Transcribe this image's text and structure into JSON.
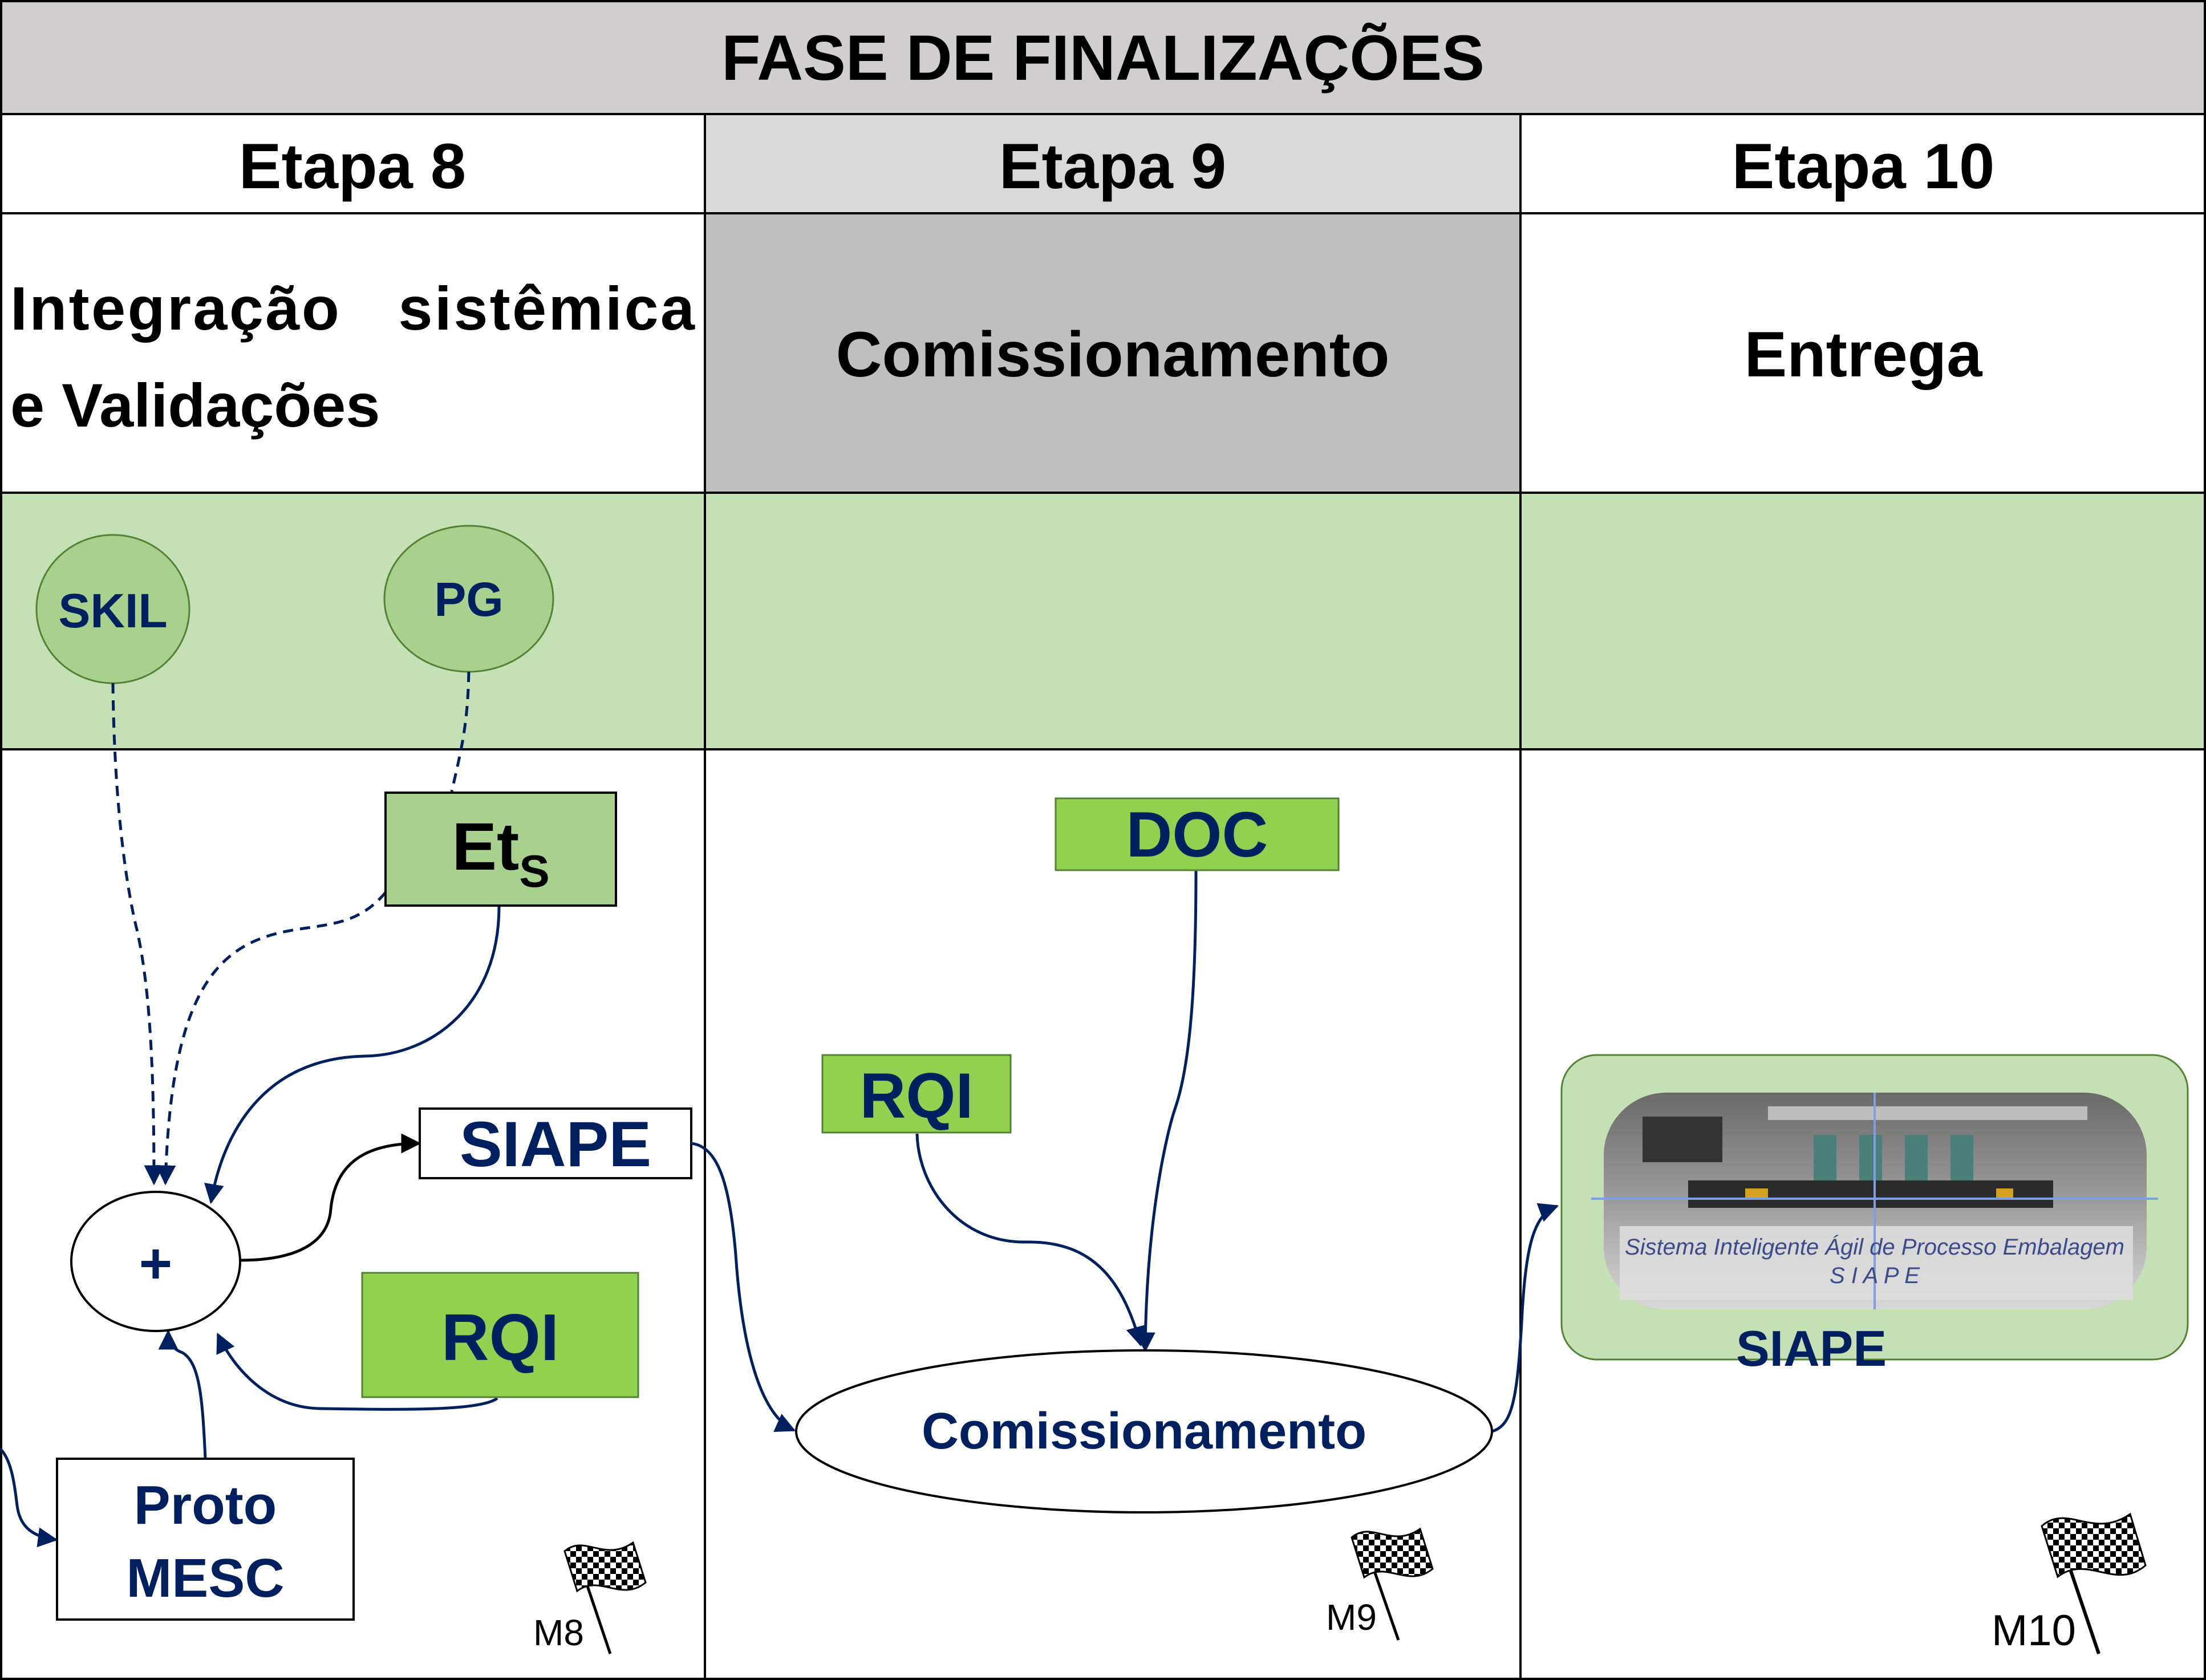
{
  "title": "FASE DE FINALIZAÇÕES",
  "stages": [
    {
      "label": "Etapa 8",
      "description_line1": "Integração   sistêmica",
      "description_line2": "e Validações"
    },
    {
      "label": "Etapa 9",
      "description": "Comissionamento"
    },
    {
      "label": "Etapa 10",
      "description": "Entrega"
    }
  ],
  "resources": {
    "skil": "SKIL",
    "pg": "PG"
  },
  "nodes": {
    "ets_main": "Et",
    "ets_sub": "S",
    "siape_box": "SIAPE",
    "plus": "+",
    "rqi_etapa8": "RQI",
    "proto_line1": "Proto",
    "proto_line2": "MESC",
    "doc": "DOC",
    "rqi_etapa9": "RQI",
    "commissioning": "Comissionamento",
    "siape_photo_label": "SIAPE",
    "siape_photo_caption": "Sistema Inteligente Ágil de Processo Embalagem",
    "siape_photo_caption2": "S I A P E"
  },
  "milestones": {
    "m8": "M8",
    "m9": "M9",
    "m10": "M10"
  },
  "colors": {
    "header_bg": "#d0cece",
    "etapa9_header_bg": "#d9d9d9",
    "etapa9_desc_bg": "#bfbfbf",
    "resource_row_bg": "#c5e0b4",
    "resource_circle": "#a9d18e",
    "light_green_box": "#a9d18e",
    "bright_green_box": "#92d050",
    "navy": "#002060",
    "photo_panel": "#c5e0b4"
  }
}
